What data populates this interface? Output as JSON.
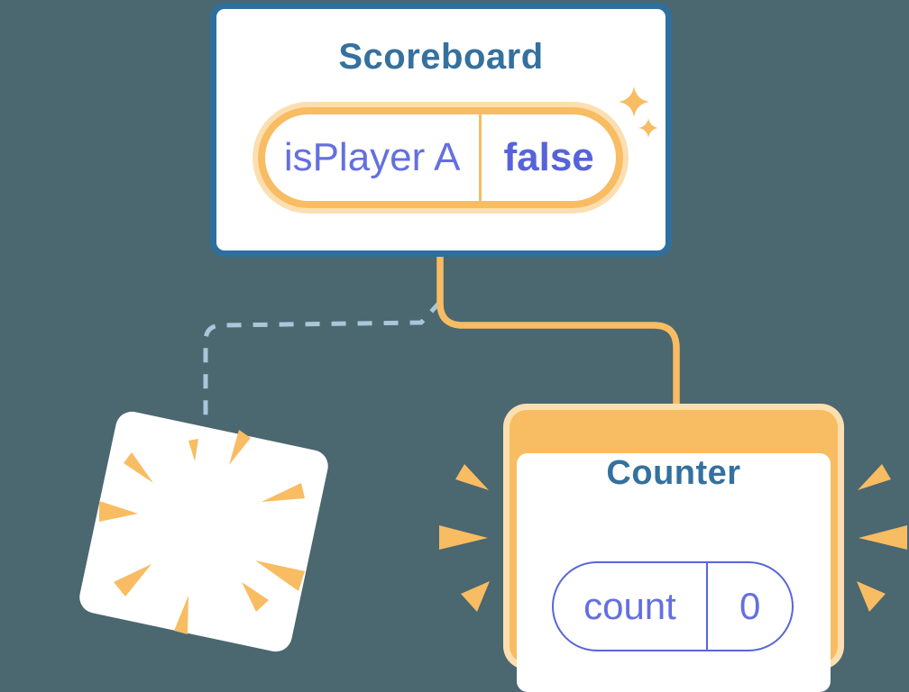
{
  "diagram": {
    "description": "Component tree diagram: Scoreboard keeps its state while a child component is destroyed and a new Counter is mounted",
    "background_color": "#4B6770",
    "colors": {
      "card_border_blue": "#2E6F9D",
      "title_blue": "#35719E",
      "accent_orange": "#F8BC62",
      "accent_orange_glow": "#FCDFB1",
      "state_indigo": "#6470DF",
      "state_indigo_bold": "#5763D9",
      "pill_border_indigo": "#5966D7",
      "removed_link_dash": "#A9C7DA",
      "card_background": "#FFFFFF"
    },
    "scoreboard": {
      "title": "Scoreboard",
      "state": {
        "label": "isPlayer A",
        "value": "false"
      }
    },
    "counter": {
      "title": "Counter",
      "state": {
        "label": "count",
        "value": "0"
      }
    },
    "icons": [
      "sparkle-icon",
      "explosion-icon",
      "burst-emphasis-icon"
    ],
    "links": {
      "active_link": "Scoreboard to Counter (solid orange)",
      "removed_link": "Scoreboard to destroyed child (dashed)"
    }
  }
}
